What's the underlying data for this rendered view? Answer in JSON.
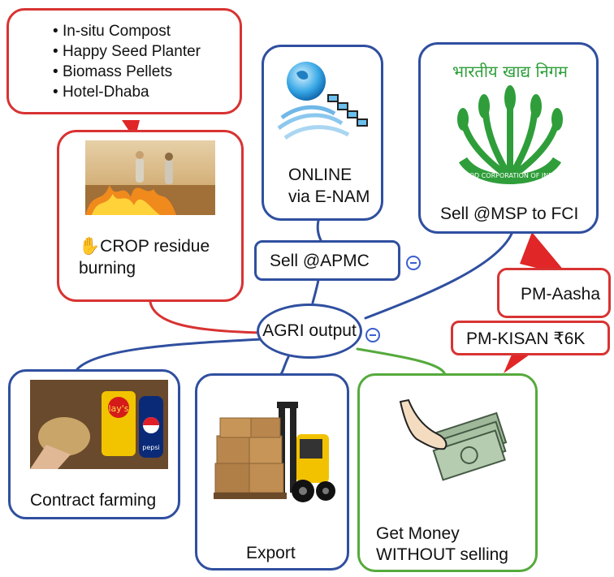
{
  "residue_options": [
    "In-situ Compost",
    "Happy Seed Planter",
    "Biomass Pellets",
    "Hotel-Dhaba"
  ],
  "crop_residue": {
    "hand_emoji": "✋",
    "label_line1": "CROP residue",
    "label_line2": "burning"
  },
  "online": {
    "line1": "ONLINE",
    "line2": "via E-NAM"
  },
  "fci": {
    "logo_text": "भारतीय खाद्य निगम",
    "seal_text": "FOOD CORPORATION OF INDIA",
    "label": "Sell @MSP to FCI"
  },
  "apmc": {
    "label": "Sell @APMC"
  },
  "pm_aasha": {
    "label": "PM-Aasha"
  },
  "center": {
    "label": "AGRI output"
  },
  "pm_kisan": {
    "label": "PM-KISAN ₹6K"
  },
  "contract": {
    "label": "Contract farming",
    "chips_brand": "lay's",
    "can_brand": "pepsi"
  },
  "export": {
    "label": "Export"
  },
  "money": {
    "line1": "Get Money",
    "line2": "WITHOUT selling"
  },
  "colors": {
    "red": "#d83333",
    "blue": "#2f4f9f",
    "green": "#55aa3c"
  }
}
